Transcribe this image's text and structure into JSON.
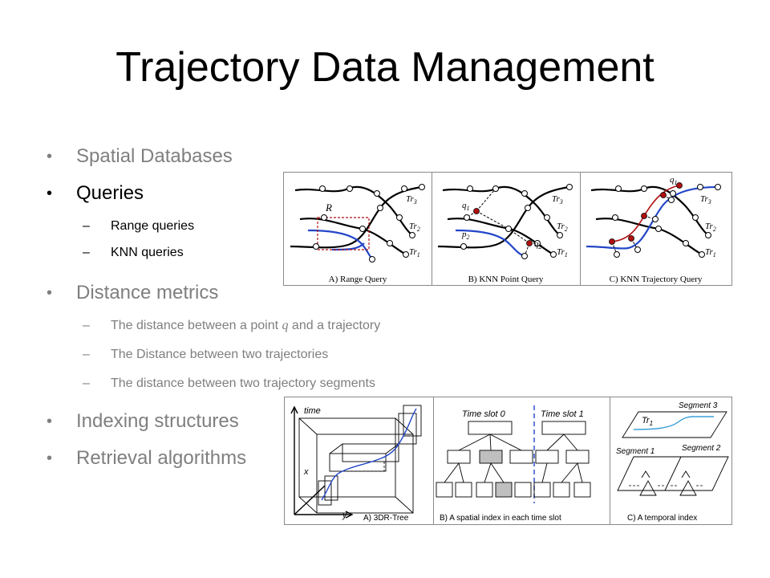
{
  "slide": {
    "title": "Trajectory Data Management"
  },
  "bullets": {
    "b1": "Spatial Databases",
    "b2": "Queries",
    "b2_sub1": "Range queries",
    "b2_sub2": "KNN queries",
    "b3": "Distance metrics",
    "b3_sub1_pre": "The distance between a point ",
    "b3_sub1_var": "q",
    "b3_sub1_post": " and a trajectory",
    "b3_sub2": "The Distance between two trajectories",
    "b3_sub3": "The distance between two trajectory segments",
    "b4": "Indexing structures",
    "b5": "Retrieval algorithms",
    "bullet_glyph": "•",
    "dash_glyph": "–"
  },
  "figure_queries": {
    "caption_a": "A) Range Query",
    "caption_b": "B) KNN Point Query",
    "caption_c": "C) KNN Trajectory Query",
    "label_r": "R",
    "tr": "Tr",
    "sub3": "3",
    "sub2": "2",
    "sub1": "1",
    "q": "q",
    "p": "p"
  },
  "figure_index": {
    "caption_a": "A) 3DR-Tree",
    "caption_b": "B) A spatial index in each time slot",
    "caption_c": "C) A temporal index",
    "axis_time": "time",
    "axis_x": "x",
    "axis_y": "y",
    "slot0": "Time slot 0",
    "slot1": "Time slot 1",
    "seg1": "Segment 1",
    "seg2": "Segment 2",
    "seg3": "Segment 3",
    "tr": "Tr",
    "sub1": "1"
  },
  "colors": {
    "title": "#000000",
    "bullet_gray": "#7f7f7f",
    "bullet_active": "#000000",
    "trajectory_black": "#000000",
    "trajectory_blue": "#2346c8",
    "query_red": "#b01010",
    "box_gray": "#bfbfbf",
    "border": "#8a8a8a"
  }
}
